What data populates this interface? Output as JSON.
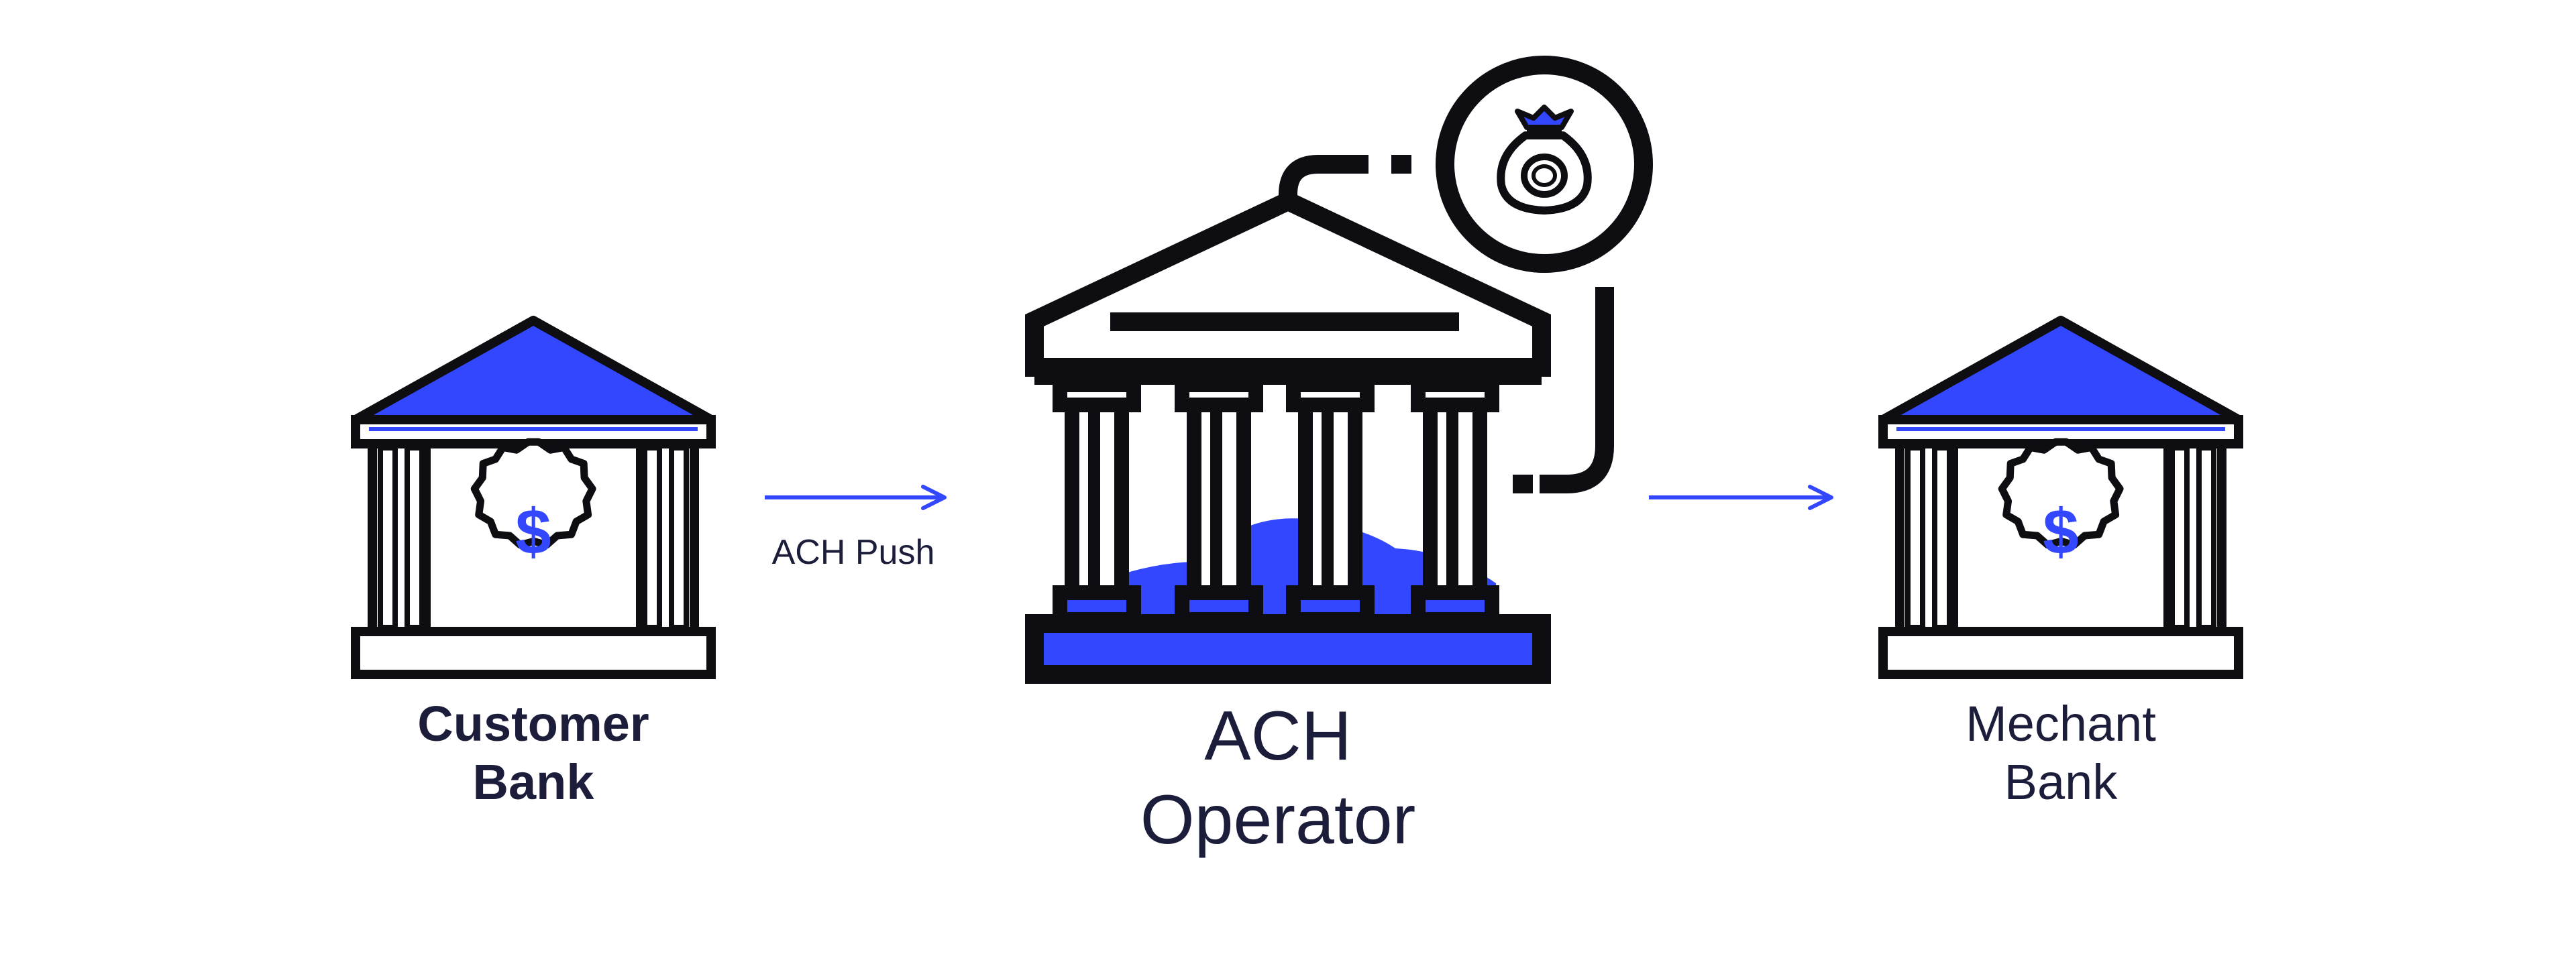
{
  "nodes": {
    "customer_bank": {
      "label": "Customer\nBank",
      "symbol": "$"
    },
    "ach_operator": {
      "label": "ACH\nOperator"
    },
    "merchant_bank": {
      "label": "Mechant\nBank",
      "symbol": "$"
    }
  },
  "edges": {
    "push": {
      "label": "ACH Push"
    }
  },
  "colors": {
    "accent": "#3347ff",
    "ink": "#0d0d12",
    "text": "#1b1d3a",
    "background": "#ffffff"
  },
  "icons": {
    "bank": "bank-building-icon",
    "badge": "dollar-badge-icon",
    "money_bag": "money-bag-icon"
  }
}
